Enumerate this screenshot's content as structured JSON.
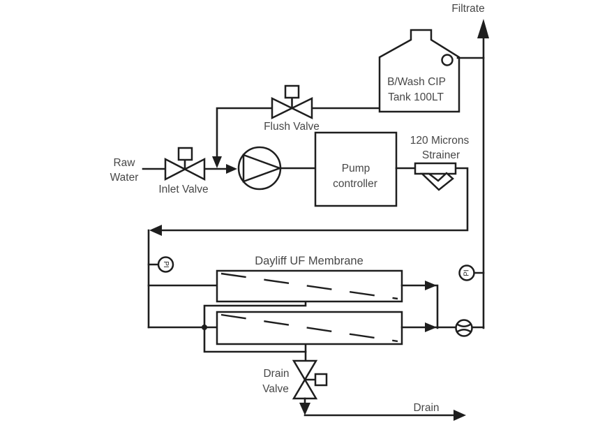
{
  "diagram": {
    "colors": {
      "line": "#1e1e1e",
      "text": "#474747",
      "background": "#ffffff"
    },
    "labels": {
      "raw_water_1": "Raw",
      "raw_water_2": "Water",
      "inlet_valve": "Inlet Valve",
      "flush_valve": "Flush Valve",
      "pump_controller_1": "Pump",
      "pump_controller_2": "controller",
      "strainer_1": "120 Microns",
      "strainer_2": "Strainer",
      "tank_1": "B/Wash CIP",
      "tank_2": "Tank 100LT",
      "filtrate": "Filtrate",
      "membrane": "Dayliff UF Membrane",
      "drain_valve_1": "Drain",
      "drain_valve_2": "Valve",
      "drain": "Drain",
      "gauge_left": "PI",
      "gauge_right": "PI"
    }
  }
}
